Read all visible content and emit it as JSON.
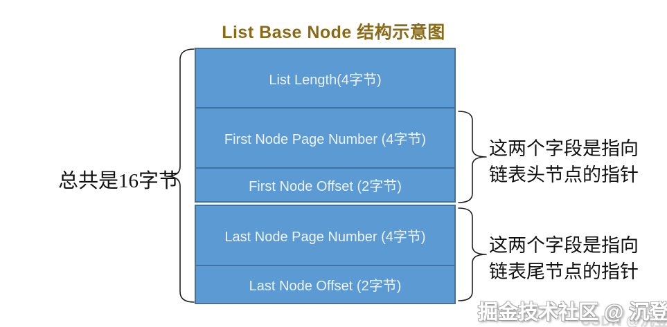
{
  "title": "List Base Node 结构示意图",
  "diagram": {
    "boxes": [
      {
        "label": "List Length(4字节)"
      },
      {
        "label": "First Node Page Number (4字节)"
      },
      {
        "label": "First Node Offset (2字节)"
      },
      {
        "label": "Last Node Page Number (4字节)"
      },
      {
        "label": "Last Node Offset (2字节)"
      }
    ],
    "left_annotation": "总共是16字节",
    "right_annotations": [
      {
        "line1": "这两个字段是指向",
        "line2": "链表头节点的指针"
      },
      {
        "line1": "这两个字段是指向",
        "line2": "链表尾节点的指针"
      }
    ]
  },
  "watermark": {
    "primary": "掘金技术社区 @ 沉登c",
    "secondary": "CSDN @沉登c"
  },
  "colors": {
    "box_fill": "#5b9ad3",
    "box_border": "#41719c",
    "title_text": "#8a6a15",
    "box_text": "#edf3fa",
    "annotation_text": "#111111"
  }
}
